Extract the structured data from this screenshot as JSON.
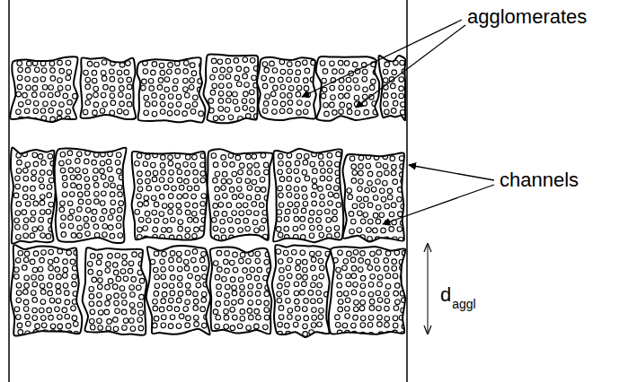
{
  "diagram": {
    "labels": [
      "agglomerates",
      "channels",
      "d",
      "aggl"
    ]
  }
}
